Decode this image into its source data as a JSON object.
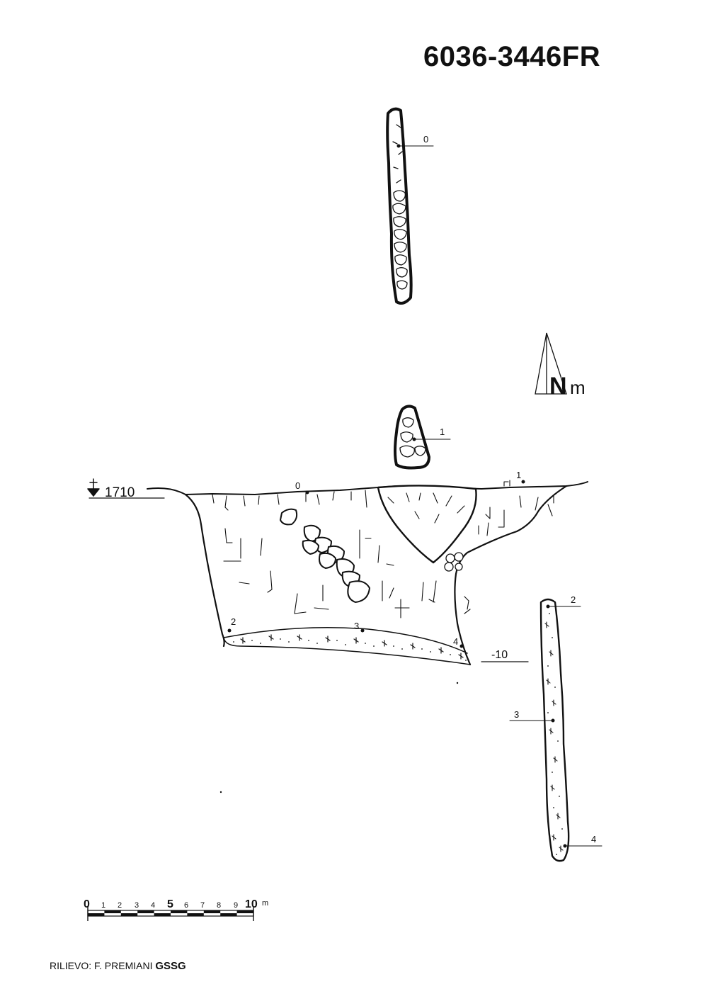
{
  "title": "6036-3446FR",
  "north": {
    "label_n": "N",
    "label_m": "m"
  },
  "elevation": "1710",
  "depth_label": "-10",
  "stations": {
    "plan": [
      "0",
      "1",
      "2",
      "3",
      "4"
    ],
    "section": [
      "0",
      "1",
      "2",
      "3",
      "4"
    ]
  },
  "scale_bar": {
    "ticks": [
      "0",
      "1",
      "2",
      "3",
      "4",
      "5",
      "6",
      "7",
      "8",
      "9",
      "10"
    ],
    "unit": "m"
  },
  "credit": {
    "prefix": "RILIEVO: F. PREMIANI",
    "group": "GSSG"
  },
  "colors": {
    "ink": "#111111",
    "paper": "#ffffff"
  }
}
